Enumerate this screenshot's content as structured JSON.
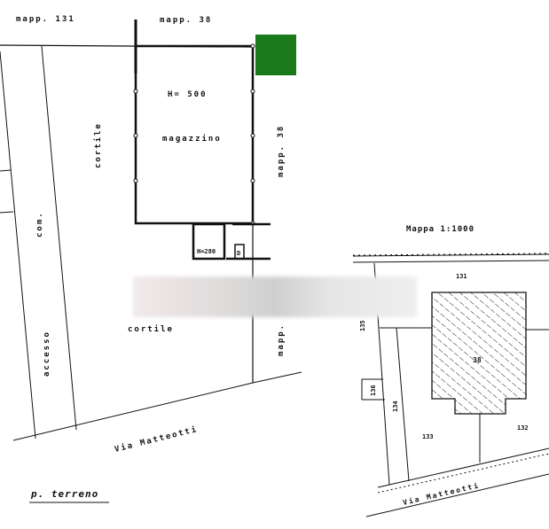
{
  "plan": {
    "labels": {
      "mapp_131_top": "mapp. 131",
      "mapp_38_top": "mapp. 38",
      "mapp_38_right": "mapp. 38",
      "mapp_bottom": "mapp.",
      "height_main": "H= 500",
      "room": "magazzino",
      "courtyard_upper": "cortile",
      "courtyard_lower": "cortile",
      "com": "com.",
      "access": "accesso",
      "height_annex": "H=280",
      "d_label": "D",
      "street": "Via Matteotti",
      "floor": "p. terreno"
    },
    "marker_color": "#1a7a1a"
  },
  "map": {
    "title": "Mappa 1:1000",
    "parcels": [
      "131",
      "135",
      "136",
      "134",
      "38",
      "133",
      "132"
    ],
    "street": "Via Matteotti"
  }
}
